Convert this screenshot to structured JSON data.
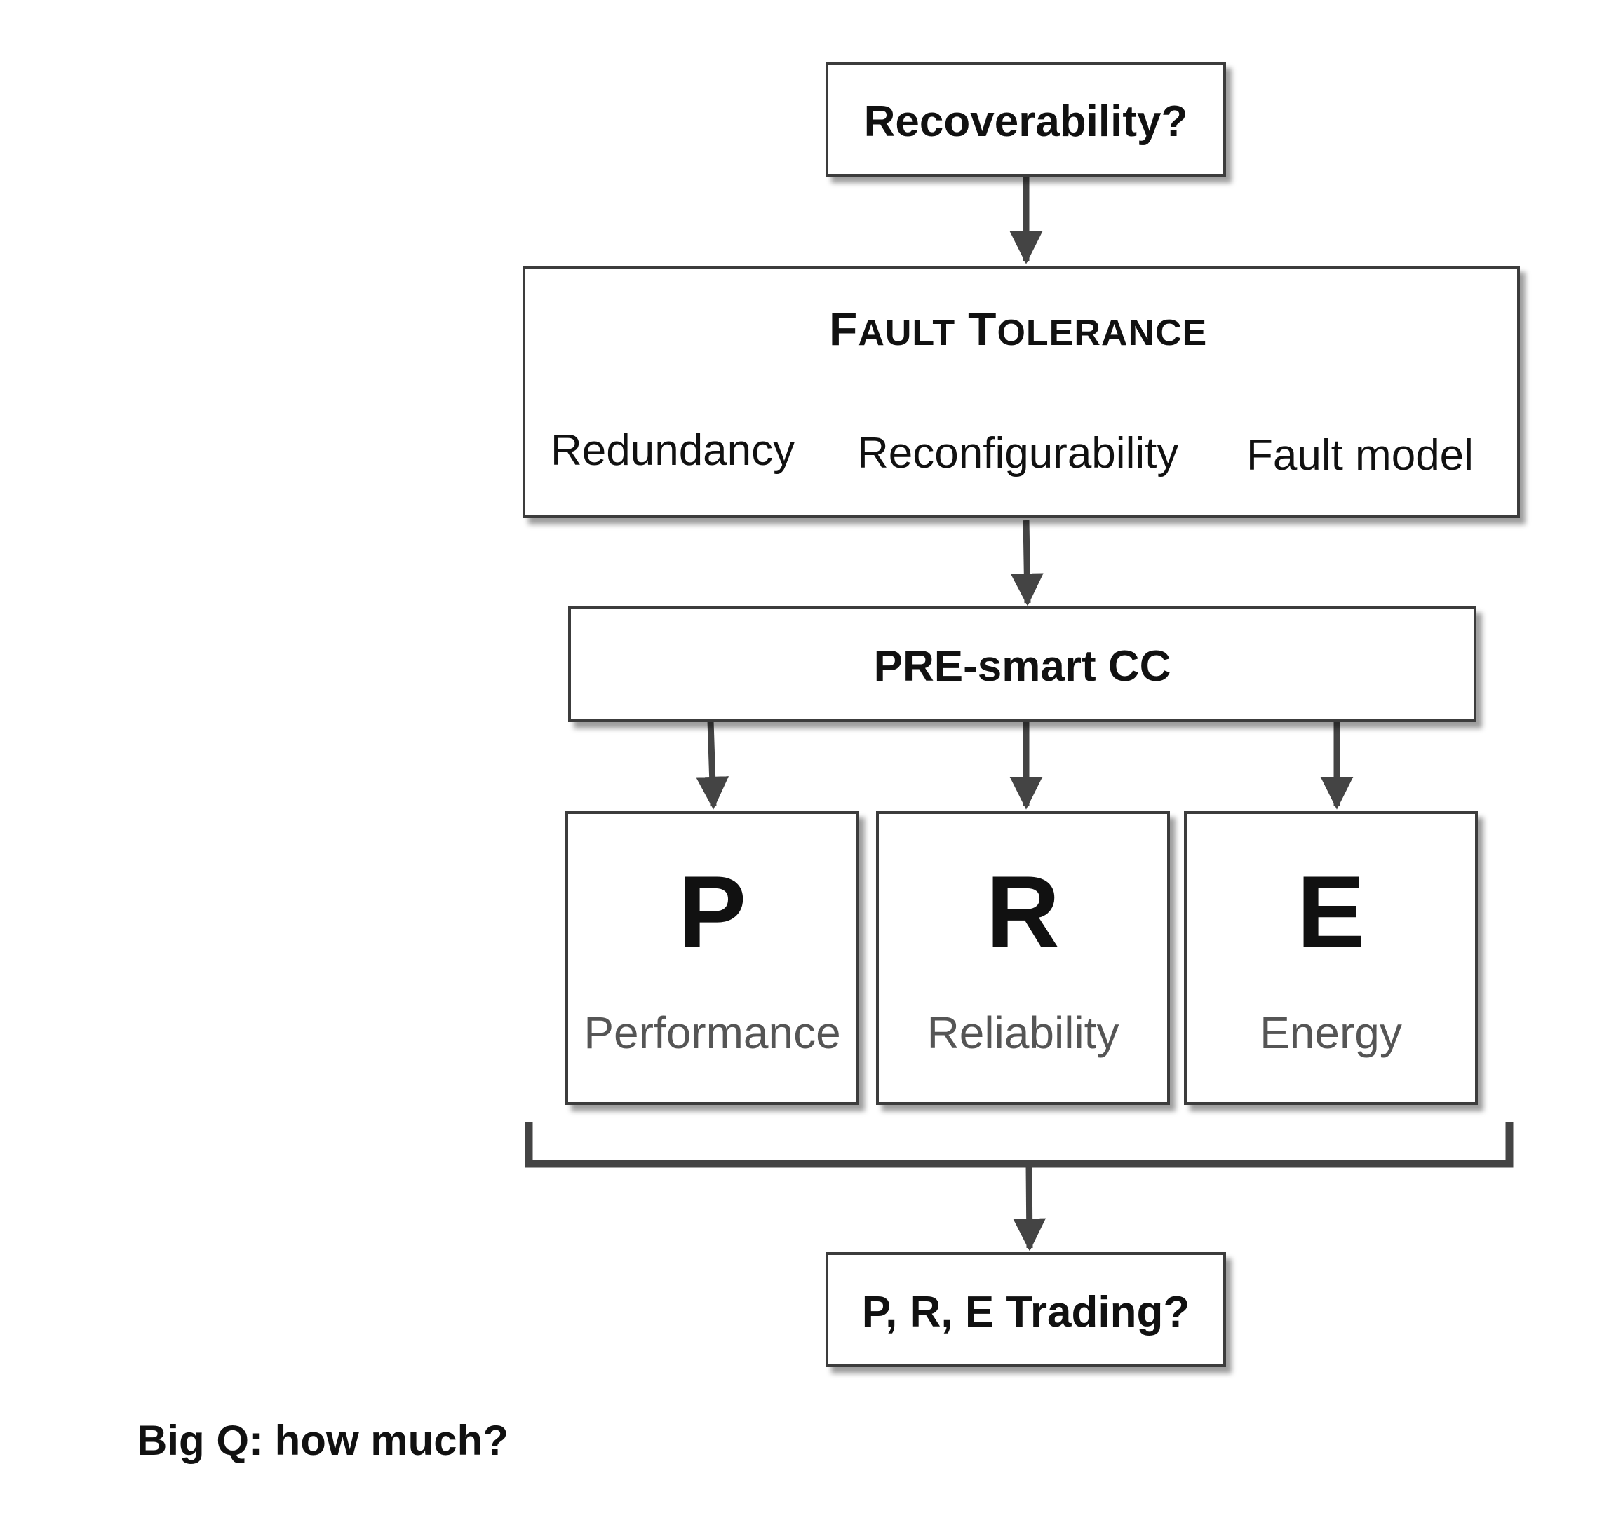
{
  "nodes": {
    "recoverability": "Recoverability?",
    "fault_tolerance": {
      "title_initial_1": "F",
      "title_rest_1": "AULT",
      "title_initial_2": "T",
      "title_rest_2": "OLERANCE",
      "items": [
        "Redundancy",
        "Reconfigurability",
        "Fault model"
      ]
    },
    "pre_smart_cc": "PRE-smart CC",
    "pillars": [
      {
        "letter": "P",
        "label": "Performance"
      },
      {
        "letter": "R",
        "label": "Reliability"
      },
      {
        "letter": "E",
        "label": "Energy"
      }
    ],
    "trading": "P, R, E Trading?"
  },
  "footnote": "Big Q: how much?",
  "colors": {
    "stroke": "#3c3c3c",
    "arrow": "#444444",
    "divider": "#777777",
    "label_gray": "#555555"
  }
}
